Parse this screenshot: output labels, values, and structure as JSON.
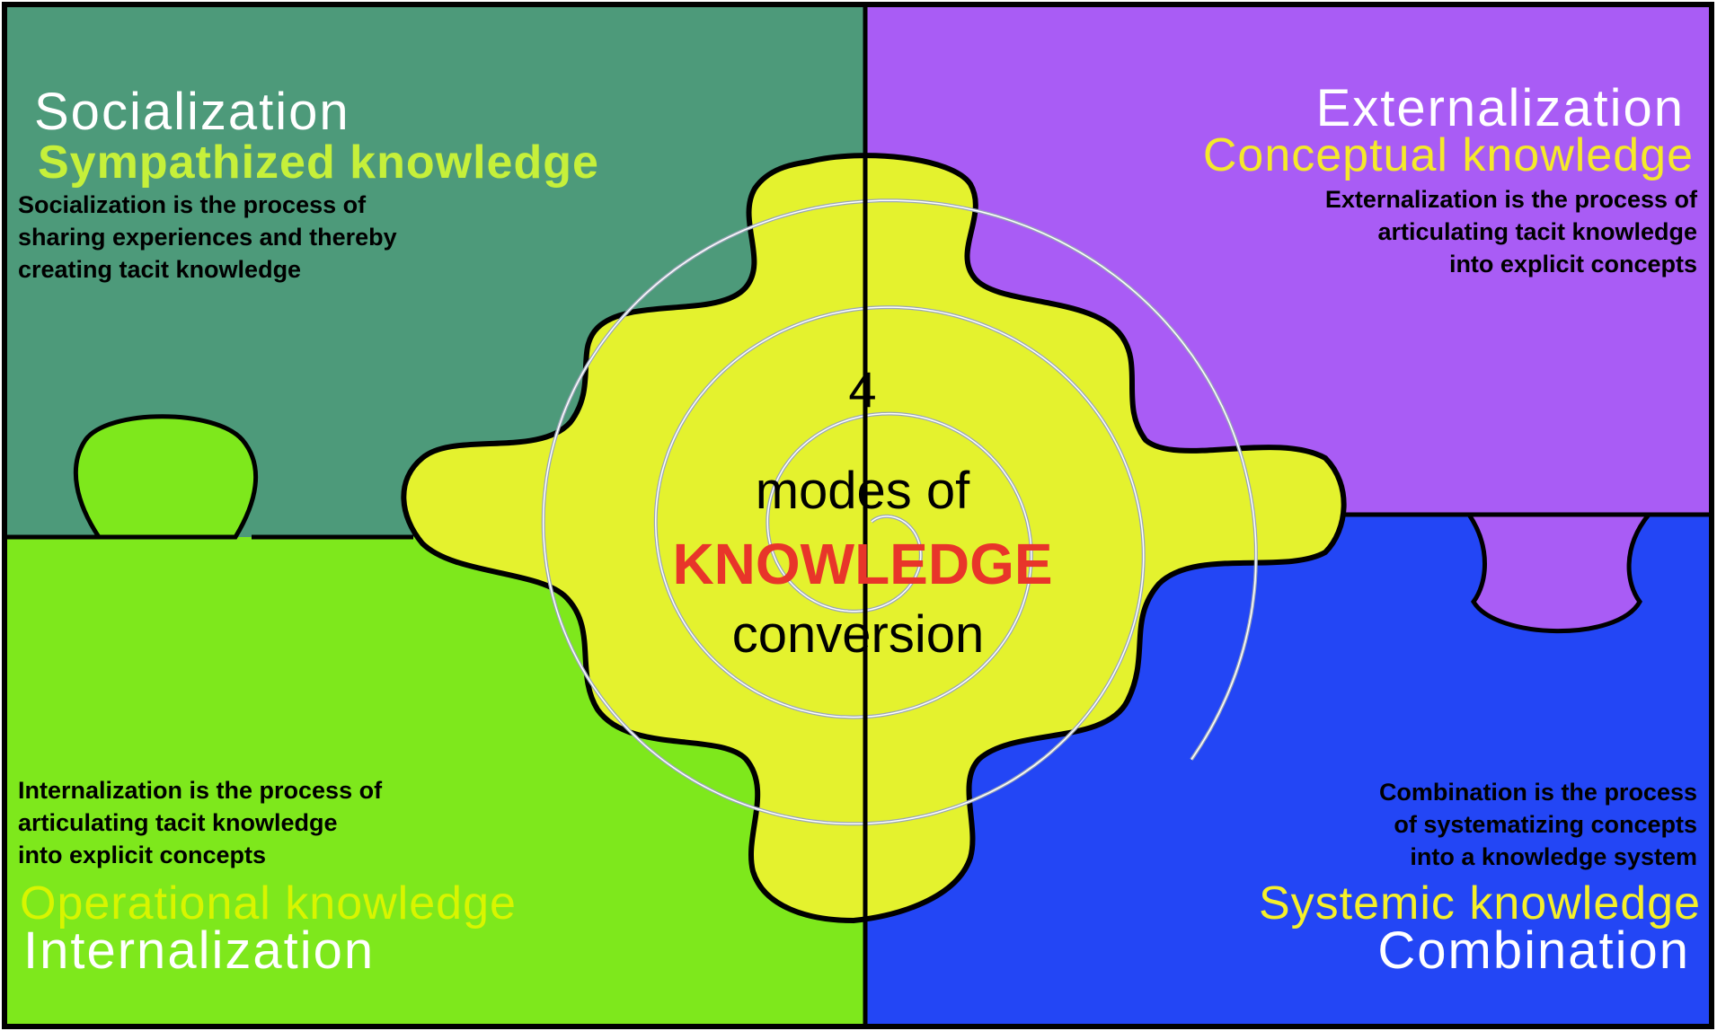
{
  "quadrants": {
    "socialization": {
      "title": "Socialization",
      "subtitle": "Sympathized knowledge",
      "description": "Socialization is the process of\nsharing experiences and thereby\ncreating tacit knowledge",
      "color": "#4d9a7a",
      "title_color": "#ffffff",
      "subtitle_color": "#c6f03a"
    },
    "externalization": {
      "title": "Externalization",
      "subtitle": "Conceptual knowledge",
      "description": "Externalization is the process of\narticulating tacit knowledge\ninto explicit concepts",
      "color": "#a95cf5",
      "title_color": "#ffffff",
      "subtitle_color": "#f5e92a"
    },
    "internalization": {
      "title": "Internalization",
      "subtitle": "Operational knowledge",
      "description": "Internalization is the process of\narticulating tacit knowledge\ninto explicit concepts",
      "color": "#7ee81c",
      "title_color": "#ffffff",
      "subtitle_color": "#d8f500"
    },
    "combination": {
      "title": "Combination",
      "subtitle": "Systemic knowledge",
      "description": "Combination is the process\nof systematizing concepts\ninto a knowledge system",
      "color": "#2346f5",
      "title_color": "#ffffff",
      "subtitle_color": "#f5f02a"
    }
  },
  "center": {
    "line1": "4",
    "line2": "modes of",
    "line3": "KNOWLEDGE",
    "line4": "conversion",
    "fill_color": "#e4f22e",
    "highlight_color": "#e8352a"
  },
  "spiral_color": "#9aa6b8"
}
